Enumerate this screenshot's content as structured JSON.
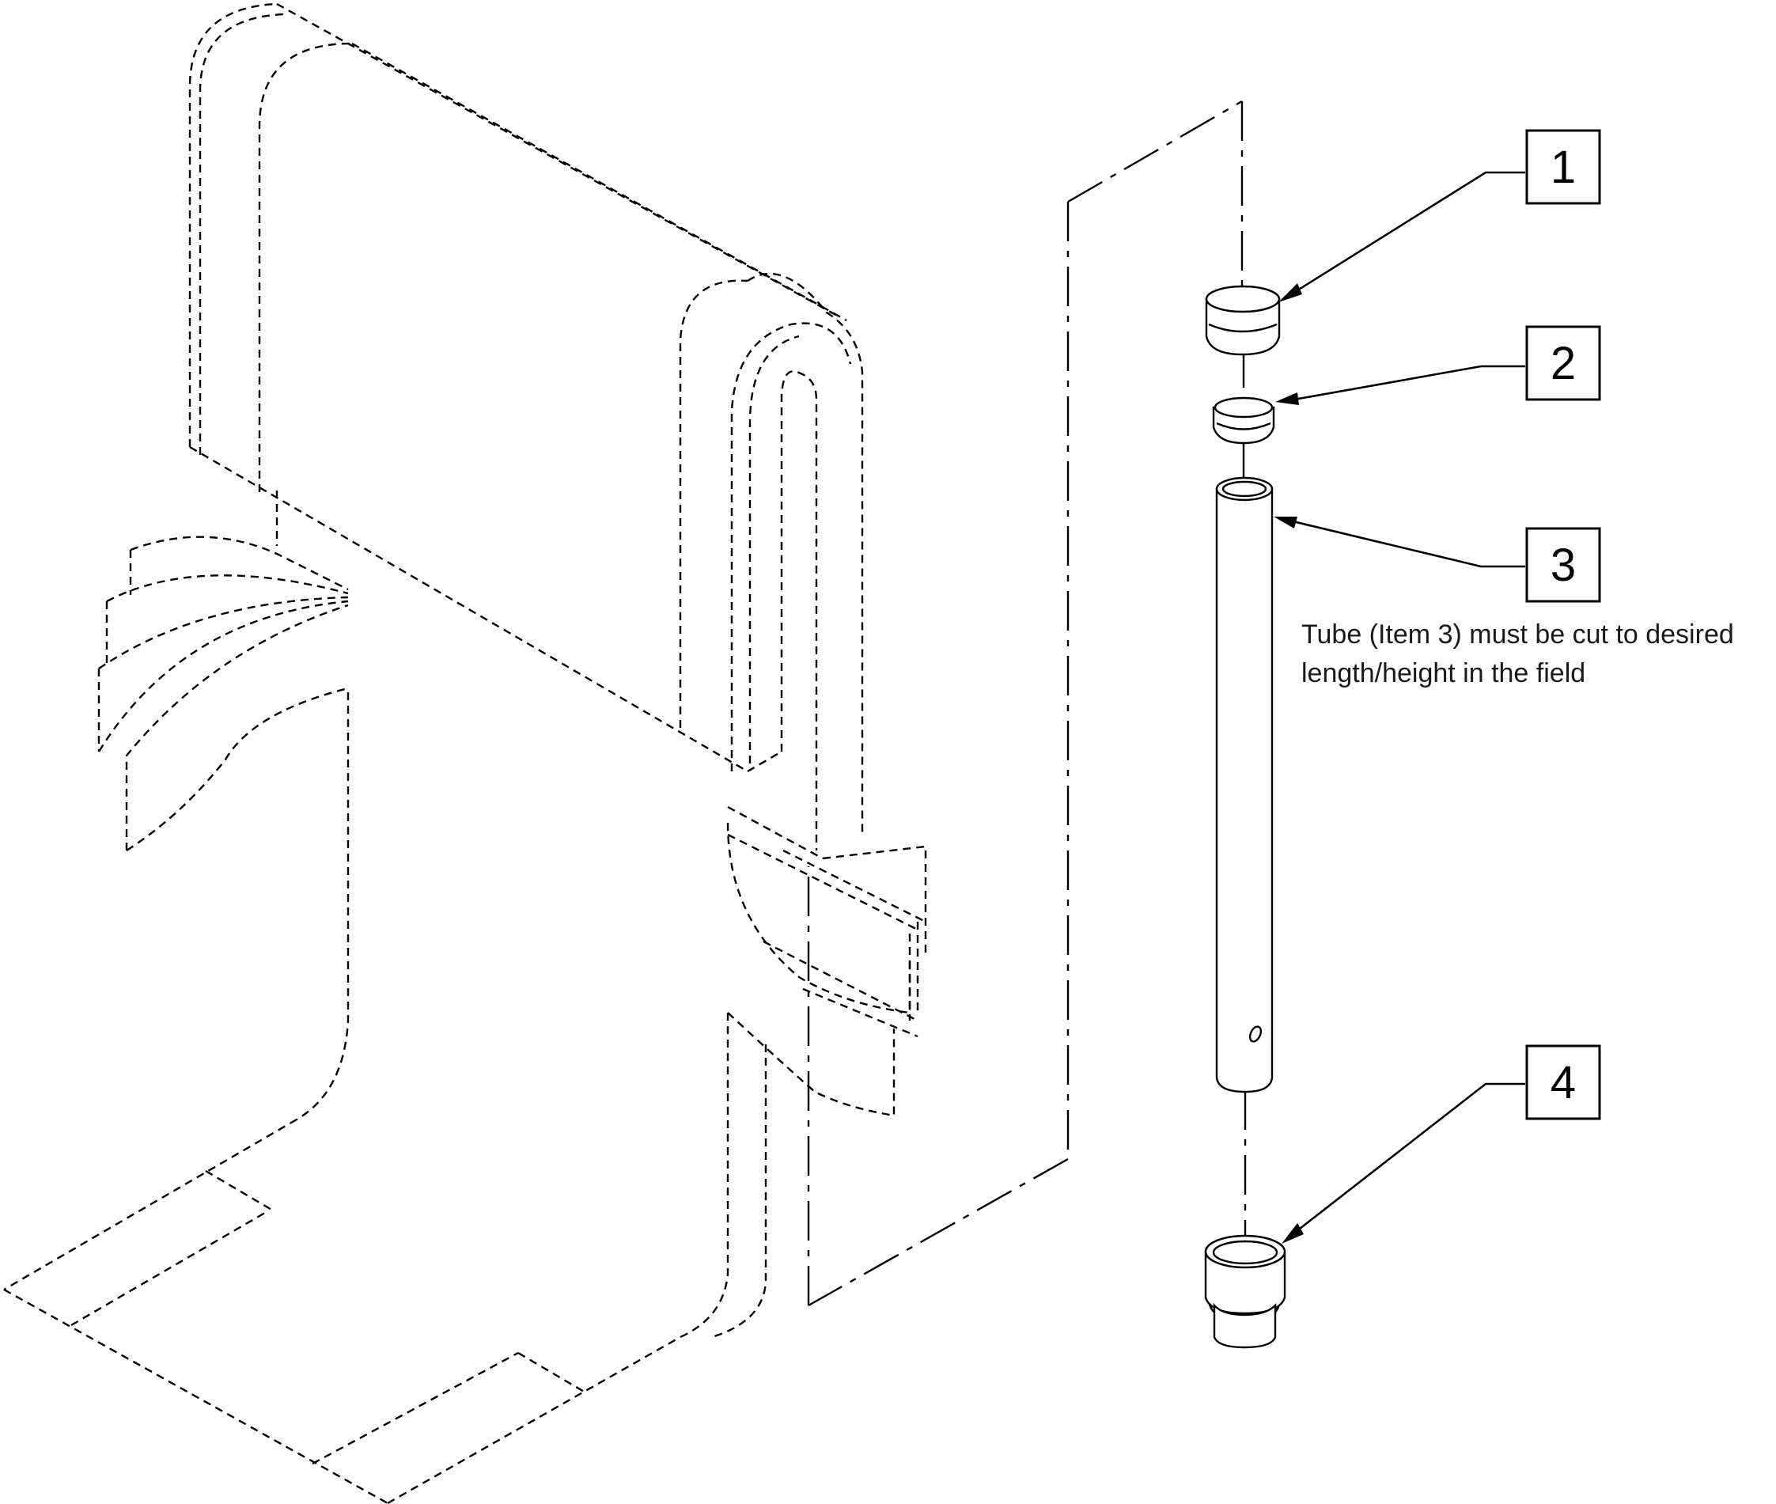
{
  "callouts": [
    {
      "number": "1",
      "part": "top cap"
    },
    {
      "number": "2",
      "part": "plug insert"
    },
    {
      "number": "3",
      "part": "tube"
    },
    {
      "number": "4",
      "part": "bottom cap"
    }
  ],
  "note": {
    "line1": "Tube (Item 3) must be cut to desired",
    "line2": "length/height in the field"
  }
}
